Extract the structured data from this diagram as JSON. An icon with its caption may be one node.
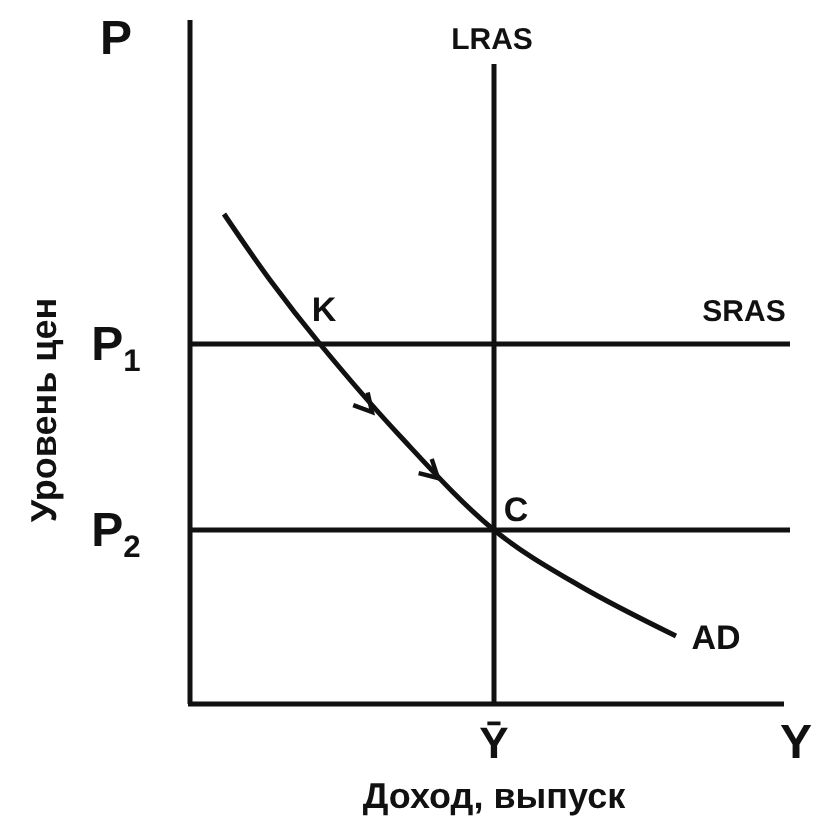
{
  "diagram": {
    "labels": [
      "P",
      "LRAS",
      "K",
      "SRAS",
      "P$_{1}$",
      "C",
      "P$_{2}$",
      "AD",
      "Ȳ",
      "Y",
      "Уровень цен",
      "Доход, выпуск"
    ]
  }
}
